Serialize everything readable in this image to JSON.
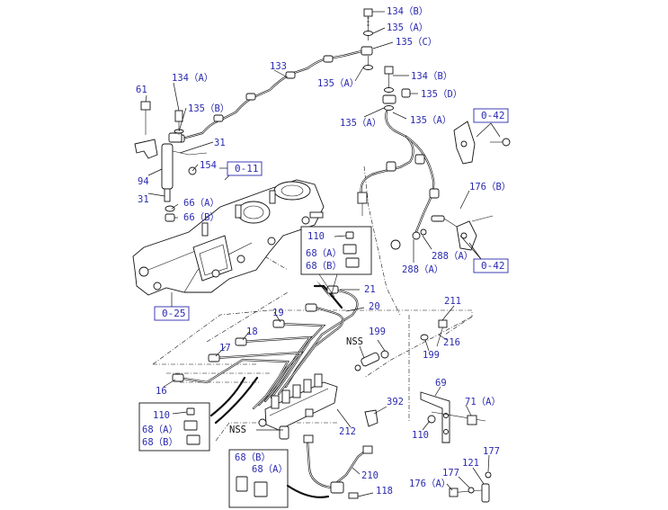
{
  "labels": {
    "p134B_top": "134（B）",
    "p135A_top": "135（A）",
    "p135C": "135（C）",
    "p133": "133",
    "p135A_mid": "135（A）",
    "p134B_mid": "134（B）",
    "p135D": "135（D）",
    "p135A_r1": "135（A）",
    "p135A_r2": "135（A）",
    "p61": "61",
    "p134A": "134（A）",
    "p135B": "135（B）",
    "p31a": "31",
    "p154": "154",
    "p94": "94",
    "p31b": "31",
    "p66A": "66（A）",
    "p66B": "66（B）",
    "p176B": "176（B）",
    "p288A_a": "288（A）",
    "p288A_b": "288（A）",
    "p110_a": "110",
    "p68A_a": "68（A）",
    "p68B_a": "68（B）",
    "p21": "21",
    "p20": "20",
    "p19": "19",
    "p18": "18",
    "p17": "17",
    "p16": "16",
    "p211": "211",
    "p216": "216",
    "p199a": "199",
    "p199b": "199",
    "nss1": "NSS",
    "nss2": "NSS",
    "p110_b": "110",
    "p68A_b": "68（A）",
    "p68B_b": "68（B）",
    "p392": "392",
    "p212": "212",
    "p69": "69",
    "p71A": "71（A）",
    "p110_c": "110",
    "p177a": "177",
    "p121": "121",
    "p177b": "177",
    "p176A": "176（A）",
    "p210": "210",
    "p118": "118",
    "p68B_c": "68（B）",
    "p68A_c": "68（A）"
  },
  "refs": {
    "r011": "0-11",
    "r025": "0-25",
    "r042_top": "0-42",
    "r042_bot": "0-42"
  }
}
